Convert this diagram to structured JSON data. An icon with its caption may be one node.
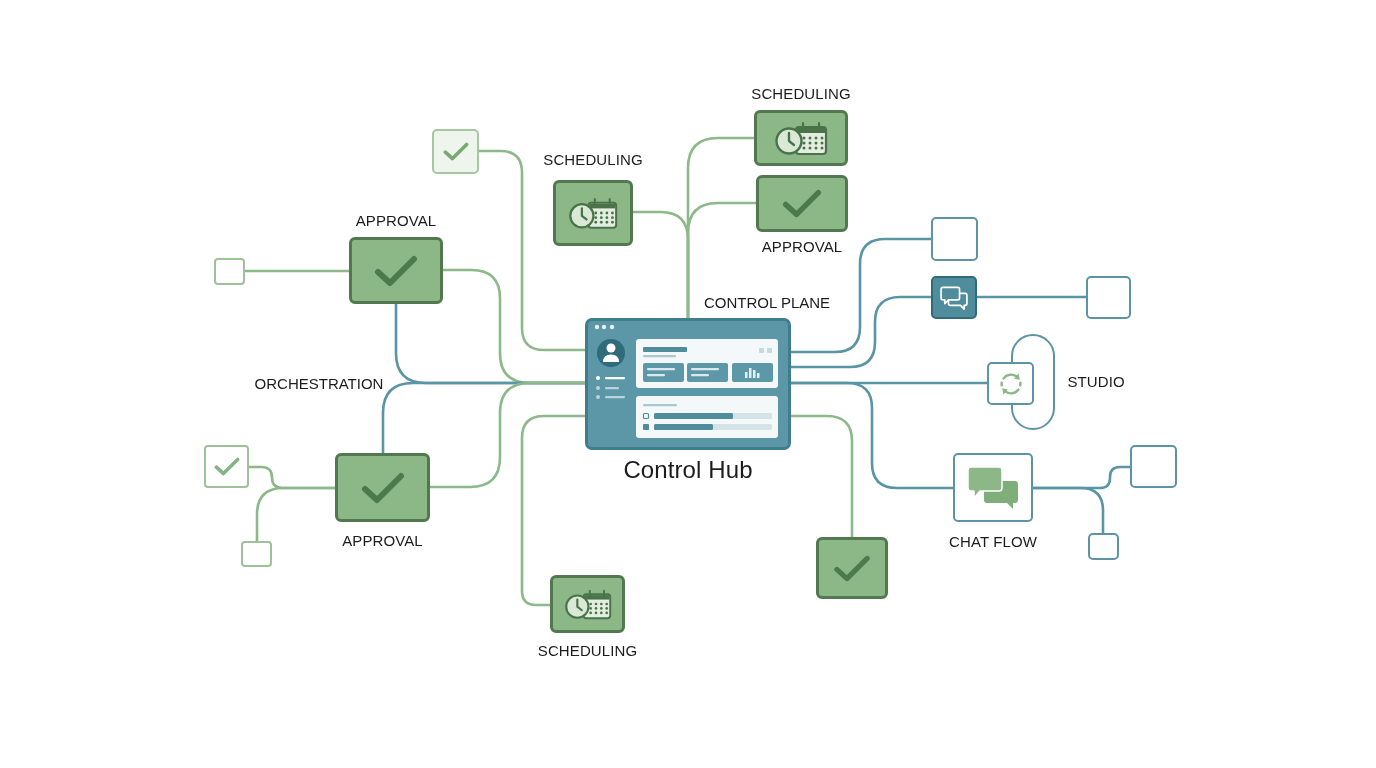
{
  "diagram": {
    "nodes": [
      {
        "text": [
          "SCHEDULING"
        ]
      },
      {
        "text": [],
        "shape": "box"
      },
      {
        "text": [
          "SCHEDULING"
        ]
      },
      {
        "text": [
          "APPROVAL"
        ]
      },
      {
        "text": [],
        "shape": "box"
      },
      {
        "text": [
          "APPROVAL"
        ]
      },
      {
        "text": [],
        "shape": "box"
      },
      {
        "text": [],
        "shape": "box"
      },
      {
        "text": [],
        "shape": "box"
      },
      {
        "text": [
          "Control Hub"
        ]
      },
      {
        "text": [
          "STUDIO"
        ]
      },
      {
        "text": [],
        "shape": "box"
      },
      {
        "text": [],
        "shape": "box"
      },
      {
        "text": [],
        "shape": "box"
      },
      {
        "text": [
          "APPROVAL"
        ]
      },
      {
        "text": [
          "CHAT FLOW"
        ]
      },
      {
        "text": [],
        "shape": "box"
      },
      {
        "text": [],
        "shape": "box"
      },
      {
        "text": [],
        "shape": "box"
      },
      {
        "text": [
          "SCHEDULING"
        ]
      }
    ],
    "edges": [
      {
        "from": 1,
        "to": 9,
        "arrow": "none"
      },
      {
        "from": 0,
        "to": 9,
        "arrow": "none"
      },
      {
        "from": 2,
        "to": 9,
        "arrow": "none"
      },
      {
        "from": 3,
        "to": 9,
        "arrow": "none"
      },
      {
        "from": 6,
        "to": 5,
        "arrow": "none"
      },
      {
        "from": 5,
        "to": 9,
        "arrow": "none"
      },
      {
        "from": 5,
        "to": 9,
        "arrow": "none",
        "color": "#5a95a5"
      },
      {
        "from": 14,
        "to": 9,
        "arrow": "none",
        "color": "#5a95a5"
      },
      {
        "from": 14,
        "to": 9,
        "arrow": "none"
      },
      {
        "from": 12,
        "to": 14,
        "arrow": "none"
      },
      {
        "from": 18,
        "to": 14,
        "arrow": "none"
      },
      {
        "from": 9,
        "to": 19,
        "arrow": "none"
      },
      {
        "from": 9,
        "to": 4,
        "arrow": "none",
        "color": "#5a95a5"
      },
      {
        "from": 9,
        "to": 7,
        "arrow": "none",
        "color": "#5a95a5"
      },
      {
        "from": 7,
        "to": 8,
        "arrow": "none",
        "color": "#5a95a5"
      },
      {
        "from": 9,
        "to": 11,
        "arrow": "none",
        "color": "#5a95a5"
      },
      {
        "from": 9,
        "to": 15,
        "arrow": "none",
        "color": "#5a95a5"
      },
      {
        "from": 9,
        "to": 17,
        "arrow": "none"
      },
      {
        "from": 15,
        "to": 13,
        "arrow": "none",
        "color": "#5a95a5"
      },
      {
        "from": 15,
        "to": 16,
        "arrow": "none",
        "color": "#5a95a5"
      }
    ],
    "labels": [
      "CONTROL PLANE",
      "ORCHESTRATION"
    ]
  }
}
